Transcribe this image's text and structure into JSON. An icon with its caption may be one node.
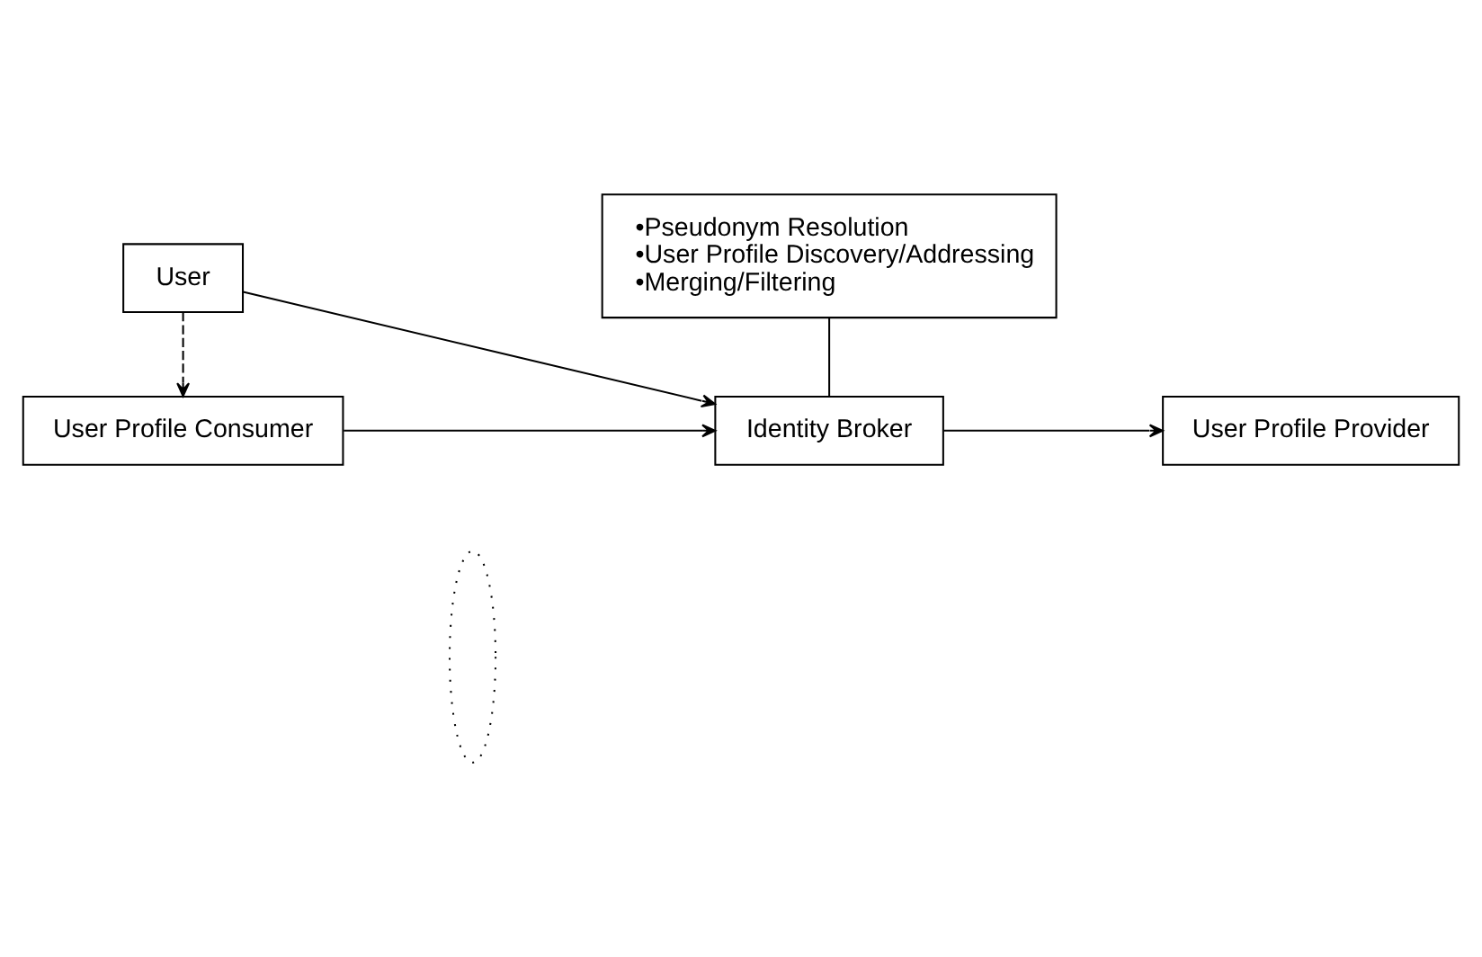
{
  "diagram": {
    "nodes": [
      {
        "text": [
          "User"
        ]
      },
      {
        "text": [
          "User Profile Consumer"
        ]
      },
      {
        "text": [
          "Identity Broker"
        ]
      },
      {
        "text": [
          "User Profile Provider"
        ]
      },
      {
        "text": [
          "•Pseudonym Resolution",
          "•User Profile Discovery/Addressing",
          "•Merging/Filtering"
        ]
      },
      {
        "text": [],
        "shape": "ellipse"
      }
    ],
    "edges": [
      {
        "from": 0,
        "to": 1,
        "arrow": "to",
        "style": "dashed"
      },
      {
        "from": 0,
        "to": 2,
        "arrow": "to"
      },
      {
        "from": 1,
        "to": 2,
        "arrow": "to"
      },
      {
        "from": 2,
        "to": 3,
        "arrow": "to"
      },
      {
        "from": 4,
        "to": 2,
        "arrow": "none"
      }
    ]
  }
}
